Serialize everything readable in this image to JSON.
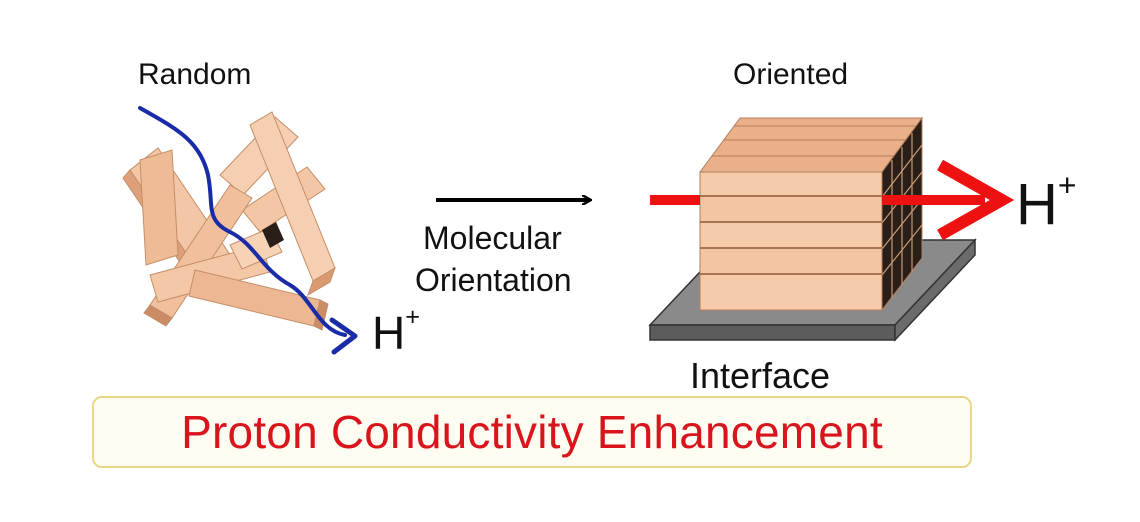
{
  "labels": {
    "random": "Random",
    "oriented": "Oriented",
    "molecular_line1": "Molecular",
    "molecular_line2": "Orientation",
    "interface": "Interface",
    "proton": "H",
    "proton_charge": "+"
  },
  "banner": {
    "text": "Proton Conductivity Enhancement"
  },
  "colors": {
    "rod_face": "#f5c9a8",
    "rod_side": "#e7ad84",
    "rod_end": "#2a1f18",
    "left_path": "#1a2ba8",
    "right_arrow": "#ee1111",
    "substrate": "#7a7a7a",
    "banner_text": "#d8141c",
    "banner_border": "#e8d88a"
  }
}
